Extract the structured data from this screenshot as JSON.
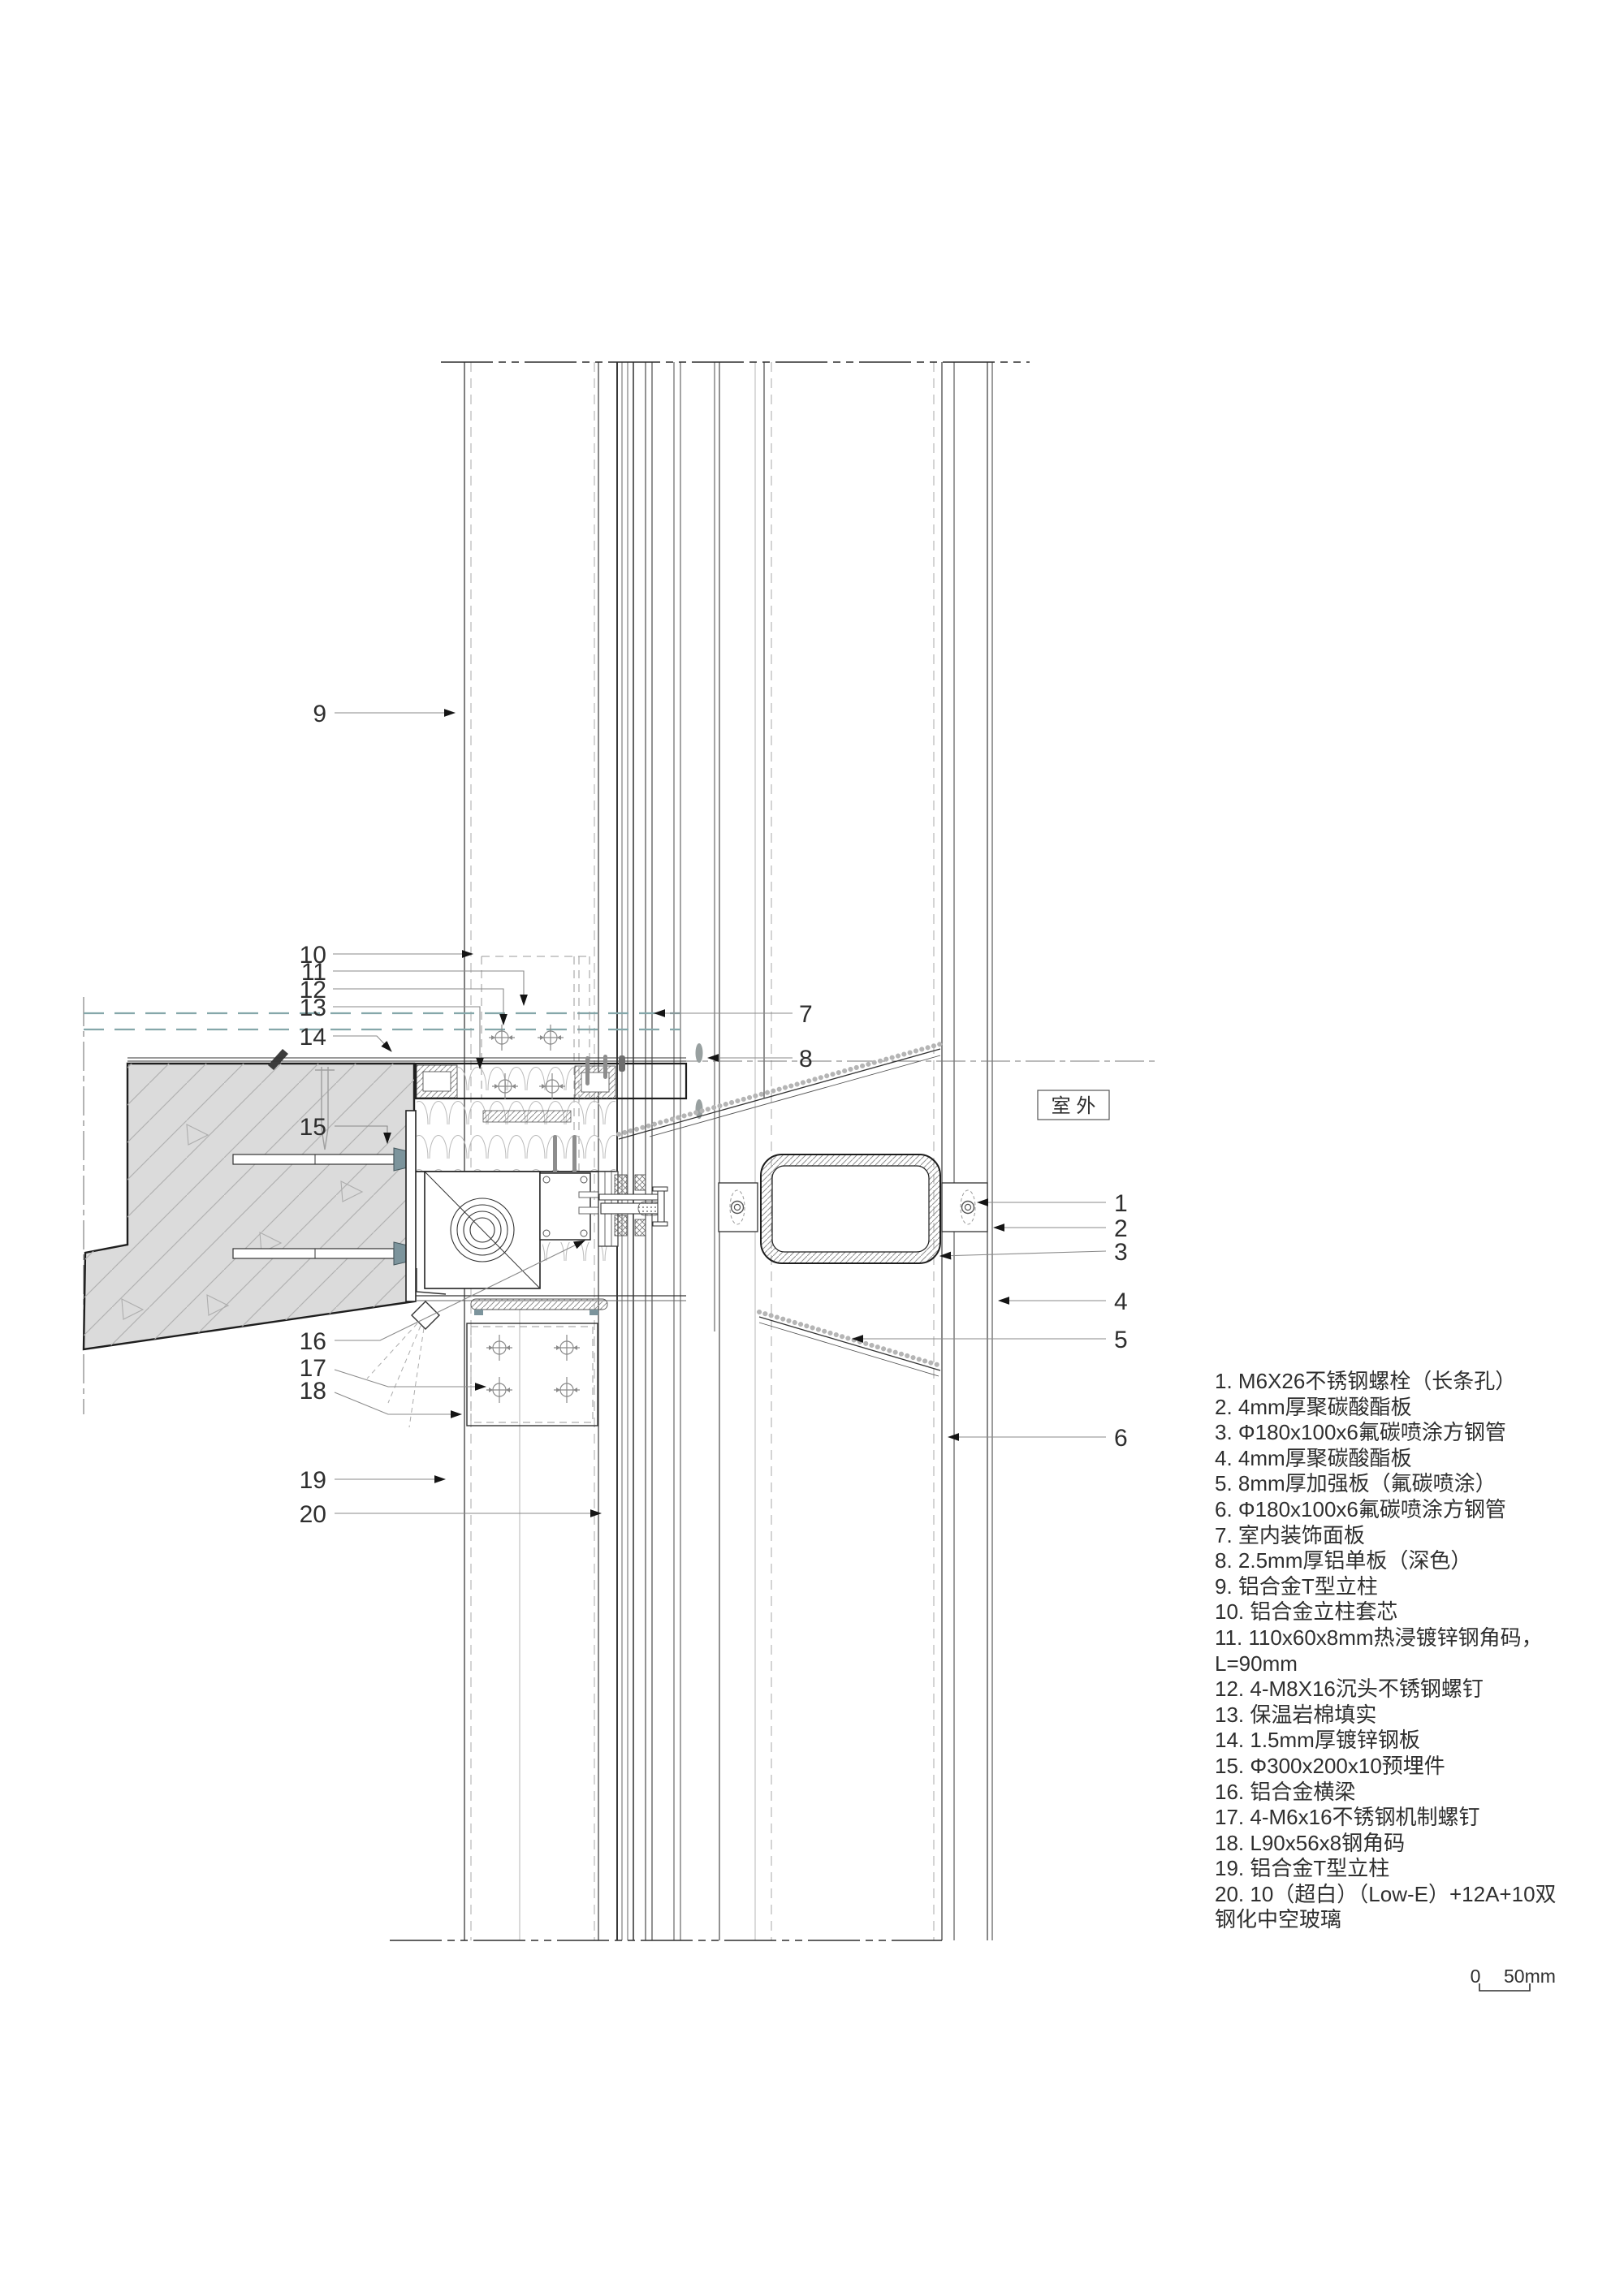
{
  "drawing": {
    "exterior_label": "室 外",
    "scale_bar": {
      "zero": "0",
      "fifty": "50mm"
    },
    "callouts": {
      "n1": "1",
      "n2": "2",
      "n3": "3",
      "n4": "4",
      "n5": "5",
      "n6": "6",
      "n7": "7",
      "n8": "8",
      "n9": "9",
      "n10": "10",
      "n11": "11",
      "n12": "12",
      "n13": "13",
      "n14": "14",
      "n15": "15",
      "n16": "16",
      "n17": "17",
      "n18": "18",
      "n19": "19",
      "n20": "20"
    },
    "legend": {
      "lines": [
        "1. M6X26不锈钢螺栓（长条孔）",
        "2. 4mm厚聚碳酸酯板",
        "3. Φ180x100x6氟碳喷涂方钢管",
        "4. 4mm厚聚碳酸酯板",
        "5. 8mm厚加强板（氟碳喷涂）",
        "6. Φ180x100x6氟碳喷涂方钢管",
        "7. 室内装饰面板",
        "8. 2.5mm厚铝单板（深色）",
        "9. 铝合金T型立柱",
        "10. 铝合金立柱套芯",
        "11. 110x60x8mm热浸镀锌钢角码，",
        "L=90mm",
        "12. 4-M8X16沉头不锈钢螺钉",
        "13. 保温岩棉填实",
        "14. 1.5mm厚镀锌钢板",
        "15. Φ300x200x10预埋件",
        "16. 铝合金横梁",
        "17. 4-M6x16不锈钢机制螺钉",
        "18. L90x56x8钢角码",
        "19. 铝合金T型立柱",
        "20. 10（超白）（Low-E）+12A+10双",
        "钢化中空玻璃"
      ]
    },
    "colors": {
      "teal_dash": "#85a7aa",
      "concrete_fill": "#dbdbdb",
      "anchor_teal": "#7c949c",
      "line_dark": "#2a2a2a"
    }
  }
}
